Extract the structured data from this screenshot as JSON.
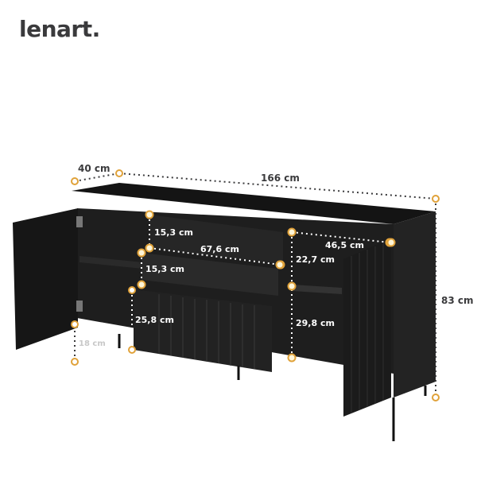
{
  "brand": {
    "logo_text": "lenart."
  },
  "dimensions": {
    "depth": "40 cm",
    "width": "166 cm",
    "height": "83 cm",
    "drawer_top_height": "15,3 cm",
    "drawer_width": "67,6 cm",
    "drawer_middle_height": "15,3 cm",
    "drawer_bottom_height": "25,8 cm",
    "right_compartment_depth": "46,5 cm",
    "right_upper_shelf_height": "22,7 cm",
    "right_lower_shelf_height": "29,8 cm",
    "leg_height": "18 cm"
  },
  "colors": {
    "furniture": "#1a1a1a",
    "marker": "#e0a23a",
    "text_dark": "#3a3a3c"
  }
}
